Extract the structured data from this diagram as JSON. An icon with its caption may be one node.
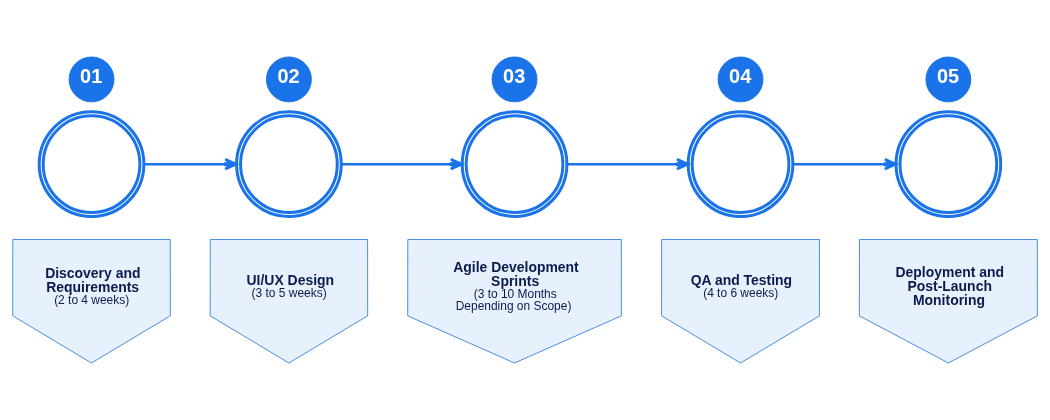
{
  "diagram": {
    "nodes": [
      {
        "text": [
          "01"
        ]
      },
      {
        "text": [],
        "shape": "circle"
      },
      {
        "text": [
          "Discovery and Requirements",
          "(2 to 4 weeks)"
        ]
      },
      {
        "text": [
          "02"
        ]
      },
      {
        "text": [],
        "shape": "circle"
      },
      {
        "text": [
          "UI/UX Design",
          "(3 to 5 weeks)"
        ]
      },
      {
        "text": [
          "03"
        ]
      },
      {
        "text": [],
        "shape": "circle"
      },
      {
        "text": [
          "Agile Development Sprints",
          "(3 to 10 Months Depending on Scope)"
        ]
      },
      {
        "text": [
          "04"
        ]
      },
      {
        "text": [],
        "shape": "circle"
      },
      {
        "text": [
          "QA and Testing",
          "(4 to 6 weeks)"
        ]
      },
      {
        "text": [
          "05"
        ]
      },
      {
        "text": [],
        "shape": "circle"
      },
      {
        "text": [
          "Deployment and Post-Launch Monitoring"
        ]
      }
    ],
    "edges": [
      {
        "from": 1,
        "to": 4,
        "arrow": "to"
      },
      {
        "from": 4,
        "to": 7,
        "arrow": "to"
      },
      {
        "from": 7,
        "to": 10,
        "arrow": "to"
      },
      {
        "from": 10,
        "to": 13,
        "arrow": "to"
      }
    ]
  }
}
